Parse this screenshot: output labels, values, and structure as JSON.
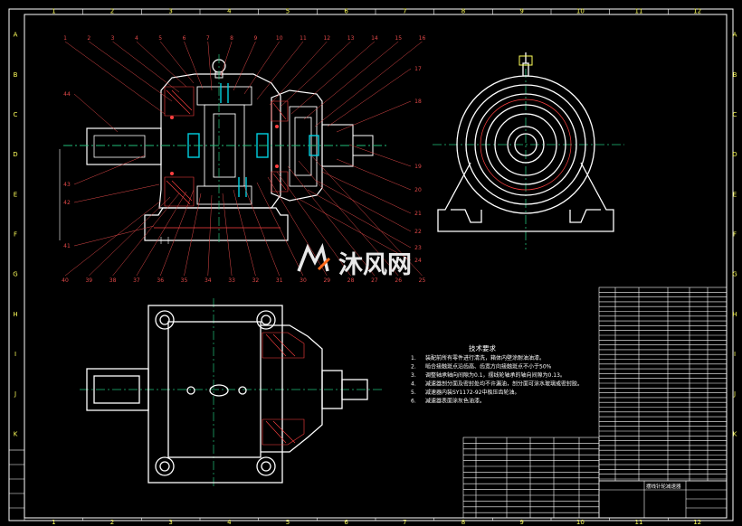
{
  "border_cols": [
    "1",
    "2",
    "3",
    "4",
    "5",
    "6",
    "7",
    "8",
    "9",
    "10",
    "11",
    "12"
  ],
  "border_rows": [
    "A",
    "B",
    "C",
    "D",
    "E",
    "F",
    "G",
    "H",
    "I",
    "J",
    "K"
  ],
  "part_numbers_top": [
    "1",
    "2",
    "3",
    "4",
    "5",
    "6",
    "7",
    "8",
    "9",
    "10",
    "11",
    "12",
    "13",
    "14",
    "15",
    "16"
  ],
  "part_numbers_bottom": [
    "40",
    "39",
    "38",
    "37",
    "36",
    "35",
    "34",
    "33",
    "32",
    "31",
    "30",
    "29",
    "28",
    "27",
    "26",
    "25"
  ],
  "part_numbers_left": [
    "44",
    "43",
    "42",
    "41"
  ],
  "part_numbers_right": [
    "17",
    "18",
    "19",
    "20",
    "21",
    "22",
    "23",
    "24"
  ],
  "tech_requirements": {
    "title": "技术要求",
    "items": [
      "装配前所有零件进行清洗，箱体内壁涂耐油油漆。",
      "啮合接触斑点沿齿高、齿宽方向接触斑点不小于50%",
      "调整轴承轴向间隙为0.1，摆线轮轴承的轴向间隙为0.13。",
      "减速器剖分面及密封处均不许漏油，剖分面可涂水玻璃或密封胶。",
      "减速器内装SY1172-92中极压齿轮油。",
      "减速器表面涂灰色油漆。"
    ]
  },
  "watermark": {
    "text": "沐风网"
  },
  "title_block": {
    "name": "摆线针轮减速器"
  },
  "colors": {
    "frame": "#ffffff",
    "outline": "#ffffff",
    "section": "#ff4040",
    "center": "#22c07a",
    "accent": "#00d0e0",
    "yellow": "#ffff5a"
  }
}
